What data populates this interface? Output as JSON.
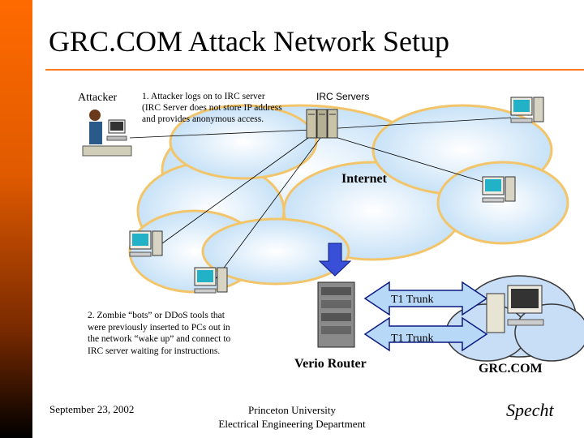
{
  "slide": {
    "title": "GRC.COM Attack Network Setup",
    "attacker_label": "Attacker",
    "note1": [
      "1.  Attacker logs on to IRC server",
      "(IRC Server does not store IP address",
      "and provides anonymous access."
    ],
    "irc_label": "IRC Servers",
    "internet_label": "Internet",
    "trunk_top": "T1 Trunk",
    "trunk_bottom": "T1 Trunk",
    "note2": [
      "2.  Zombie “bots” or DDoS tools that",
      "were previously inserted to PCs out in",
      "the network “wake up” and connect to",
      "IRC server waiting for instructions."
    ],
    "router_label": "Verio Router",
    "grc_label": "GRC.COM",
    "footer_date": "September 23, 2002",
    "footer_org": [
      "Princeton University",
      "Electrical Engineering Department"
    ],
    "footer_author": "Specht"
  },
  "colors": {
    "accent": "#ff7a1a",
    "cloud": "#dcefff",
    "cloud_edge": "#f0c060",
    "arrow": "#3a4fd8",
    "trunk": "#b8d8f8"
  }
}
